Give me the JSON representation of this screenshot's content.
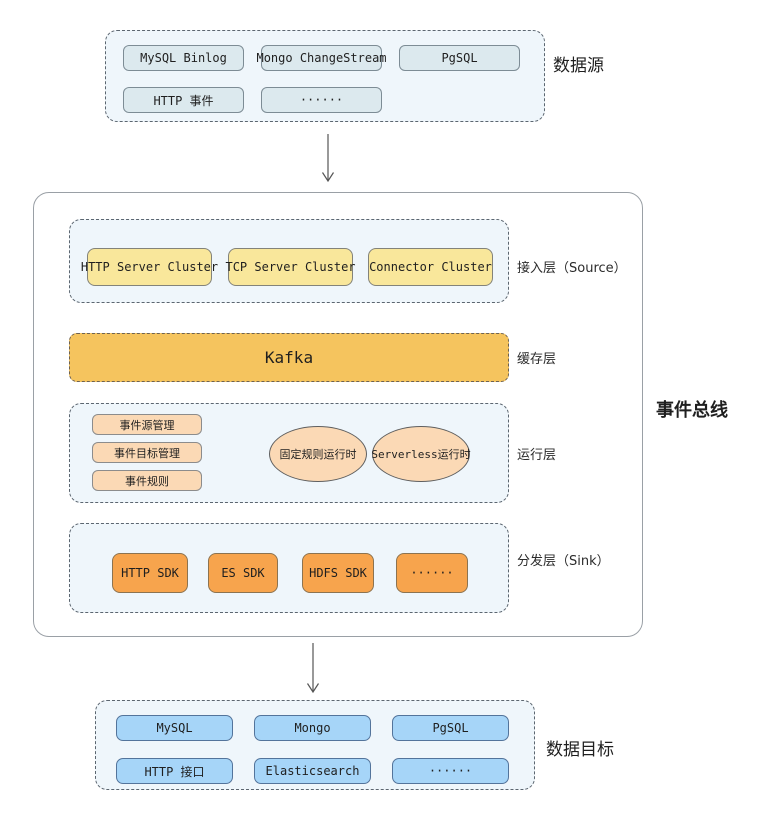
{
  "source_section": {
    "label": "数据源",
    "row1": [
      "MySQL Binlog",
      "Mongo ChangeStream",
      "PgSQL"
    ],
    "row2": [
      "HTTP 事件",
      "······"
    ]
  },
  "bus": {
    "label": "事件总线",
    "access_layer": {
      "label": "接入层（Source）",
      "items": [
        "HTTP Server Cluster",
        "TCP Server Cluster",
        "Connector Cluster"
      ]
    },
    "cache_layer": {
      "label": "缓存层",
      "item": "Kafka"
    },
    "runtime_layer": {
      "label": "运行层",
      "management_items": [
        "事件源管理",
        "事件目标管理",
        "事件规则"
      ],
      "runtimes": [
        "固定规则运行时",
        "Serverless运行时"
      ]
    },
    "sink_layer": {
      "label": "分发层（Sink）",
      "items": [
        "HTTP SDK",
        "ES SDK",
        "HDFS SDK",
        "······"
      ]
    }
  },
  "target_section": {
    "label": "数据目标",
    "row1": [
      "MySQL",
      "Mongo",
      "PgSQL"
    ],
    "row2": [
      "HTTP 接口",
      "Elasticsearch",
      "······"
    ]
  },
  "colors": {
    "source_node": "#DCE9EE",
    "access_node": "#F9E79B",
    "kafka_node": "#F5C45E",
    "runtime_node": "#FBD9B5",
    "sink_node": "#F7A44D",
    "target_node": "#A6D5F8",
    "container_fill": "#EFF6FB"
  }
}
